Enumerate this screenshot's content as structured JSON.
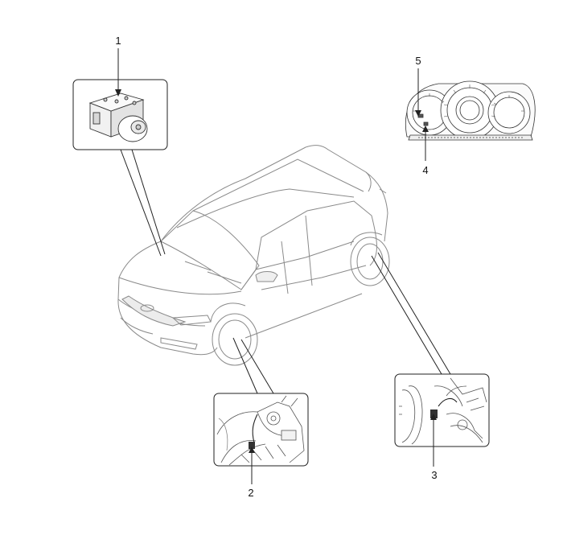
{
  "callouts": [
    {
      "number": "1"
    },
    {
      "number": "2"
    },
    {
      "number": "3"
    },
    {
      "number": "4"
    },
    {
      "number": "5"
    }
  ],
  "colors": {
    "line": "#222222",
    "light_line": "#777777",
    "fill_light": "#f4f4f4"
  }
}
